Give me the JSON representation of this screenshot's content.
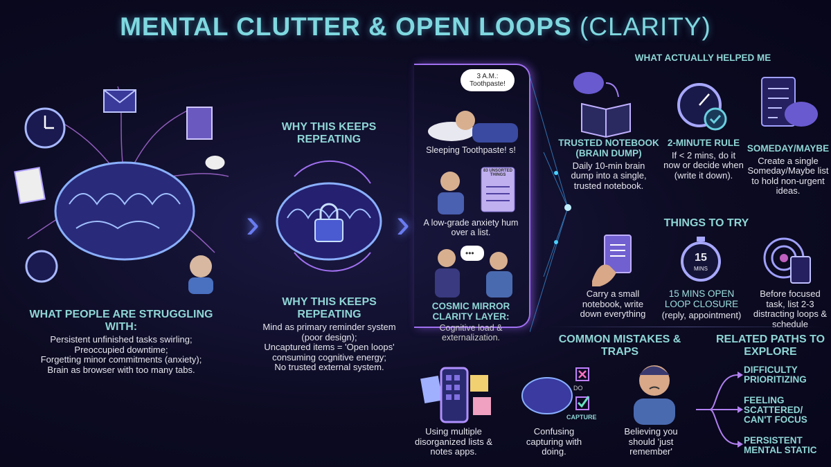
{
  "title": {
    "main": "MENTAL CLUTTER & OPEN LOOPS",
    "sub": "(CLARITY)"
  },
  "struggling": {
    "heading": "WHAT PEOPLE ARE STRUGGLING WITH:",
    "lines": [
      "Persistent unfinished tasks swirling;",
      "Preoccupied downtime;",
      "Forgetting minor commitments (anxiety);",
      "Brain as browser with too many tabs."
    ]
  },
  "why": {
    "top_heading": "WHY THIS KEEPS REPEATING",
    "heading": "WHY THIS KEEPS REPEATING",
    "lines": [
      "Mind as primary reminder system (poor design);",
      "Uncaptured items = 'Open loops' consuming cognitive energy;",
      "No trusted external system."
    ]
  },
  "panel": {
    "thought_bubble": "3 A.M.: Toothpaste!",
    "sleeping_caption": "Sleeping Toothpaste! s!",
    "list_label": "83 UNSORTED THINGS",
    "anxiety_caption": "A low-grade anxiety hum over a list.",
    "mirror_heading": "COSMIC MIRROR CLARITY LAYER:",
    "mirror_body": "Cognitive load & externalization."
  },
  "helped": {
    "heading": "WHAT ACTUALLY HELPED ME",
    "items": [
      {
        "title": "TRUSTED NOTEBOOK (BRAIN DUMP)",
        "body": "Daily 10-min brain dump into a single, trusted notebook.",
        "icon": "brain-notebook-icon"
      },
      {
        "title": "2-MINUTE RULE",
        "body": "If < 2 mins, do it now or decide when (write it down).",
        "icon": "stopwatch-check-icon"
      },
      {
        "title": "SOMEDAY/MAYBE",
        "body": "Create a single Someday/Maybe list to hold non-urgent ideas.",
        "icon": "checklist-brain-icon"
      }
    ]
  },
  "try": {
    "heading": "THINGS TO TRY",
    "timer_label": "15",
    "timer_unit": "MINS",
    "items": [
      {
        "title": "",
        "body": "Carry a small notebook, write down everything",
        "icon": "hand-notebook-icon"
      },
      {
        "title": "15 MINS OPEN LOOP CLOSURE",
        "body": "(reply, appointment)",
        "icon": "timer-icon"
      },
      {
        "title": "",
        "body": "Before focused task, list 2-3 distracting loops & schedule",
        "icon": "target-clipboard-icon"
      }
    ]
  },
  "mistakes": {
    "heading": "COMMON MISTAKES & TRAPS",
    "do_label": "DO",
    "capture_label": "CAPTURE",
    "items": [
      {
        "body": "Using multiple disorganized lists & notes apps.",
        "icon": "phone-notes-icon"
      },
      {
        "body": "Confusing capturing with doing.",
        "icon": "brain-do-capture-icon"
      },
      {
        "body": "Believing you should 'just remember'",
        "icon": "worried-person-icon"
      }
    ]
  },
  "related": {
    "heading": "RELATED PATHS TO EXPLORE",
    "items": [
      "DIFFICULTY PRIORITIZING",
      "FEELING SCATTERED/ CAN'T FOCUS",
      "PERSISTENT MENTAL STATIC"
    ]
  },
  "colors": {
    "accent": "#8fd6d6",
    "purple": "#a070f0",
    "bg": "#0c0b22"
  }
}
